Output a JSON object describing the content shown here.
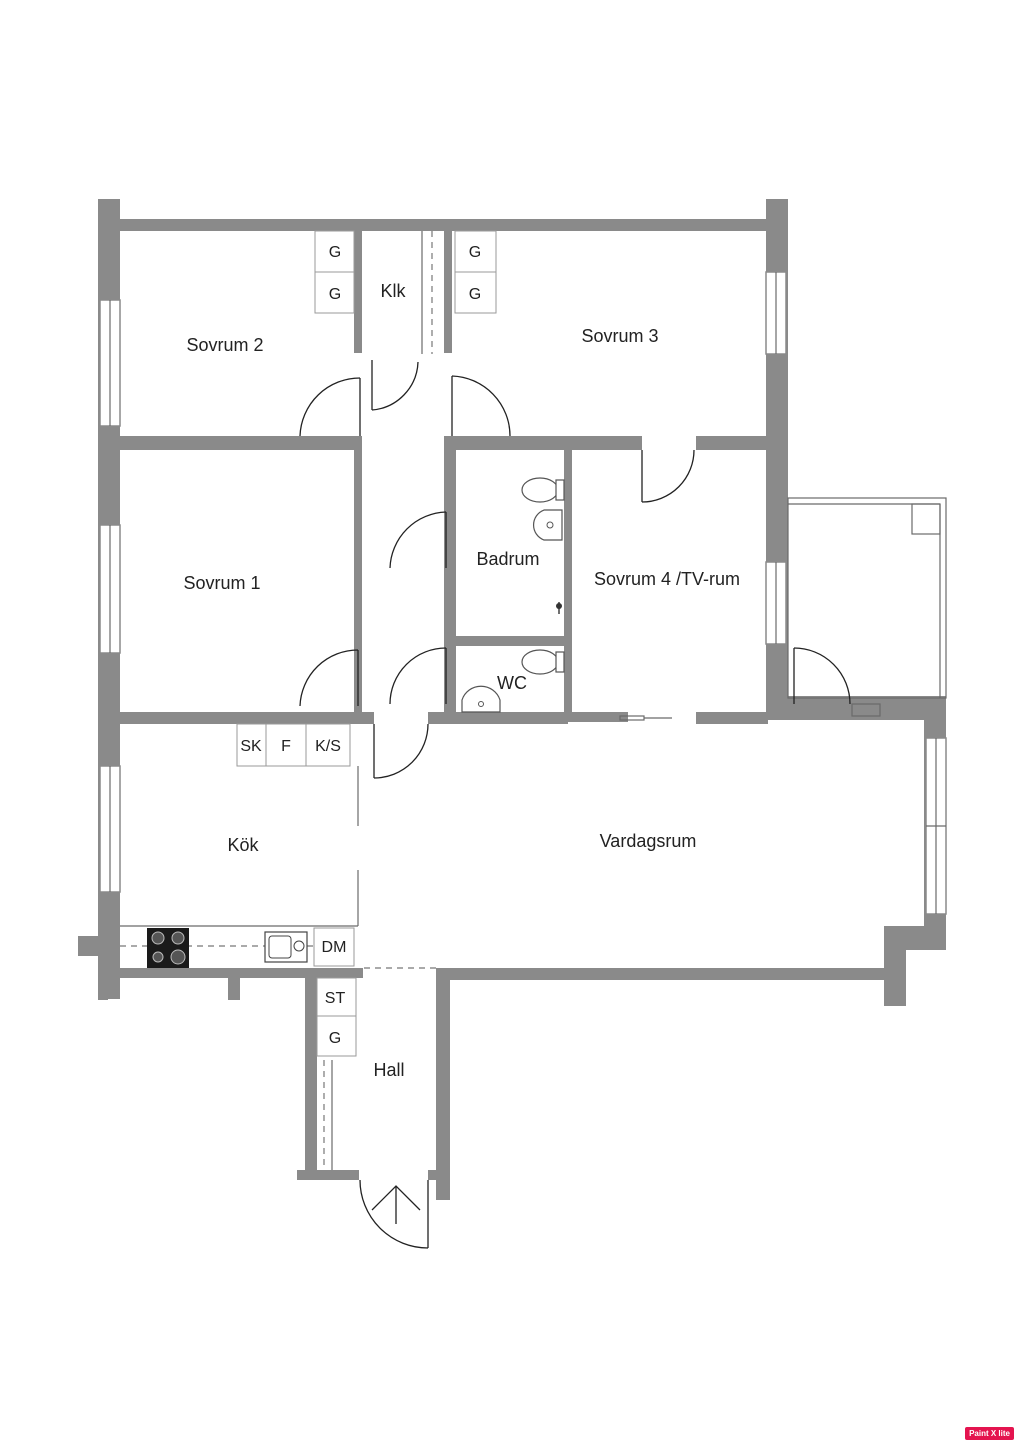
{
  "rooms": {
    "sovrum2": "Sovrum 2",
    "sovrum3": "Sovrum 3",
    "klk": "Klk",
    "sovrum1": "Sovrum 1",
    "badrum": "Badrum",
    "sovrum4": "Sovrum 4 /TV-rum",
    "wc": "WC",
    "kok": "Kök",
    "vardagsrum": "Vardagsrum",
    "hall": "Hall"
  },
  "fixtures": {
    "g": "G",
    "sk": "SK",
    "f": "F",
    "ks": "K/S",
    "dm": "DM",
    "st": "ST"
  },
  "badge": "Paint X lite",
  "colors": {
    "wall": "#8a8a8a",
    "badge": "#e4144f"
  }
}
